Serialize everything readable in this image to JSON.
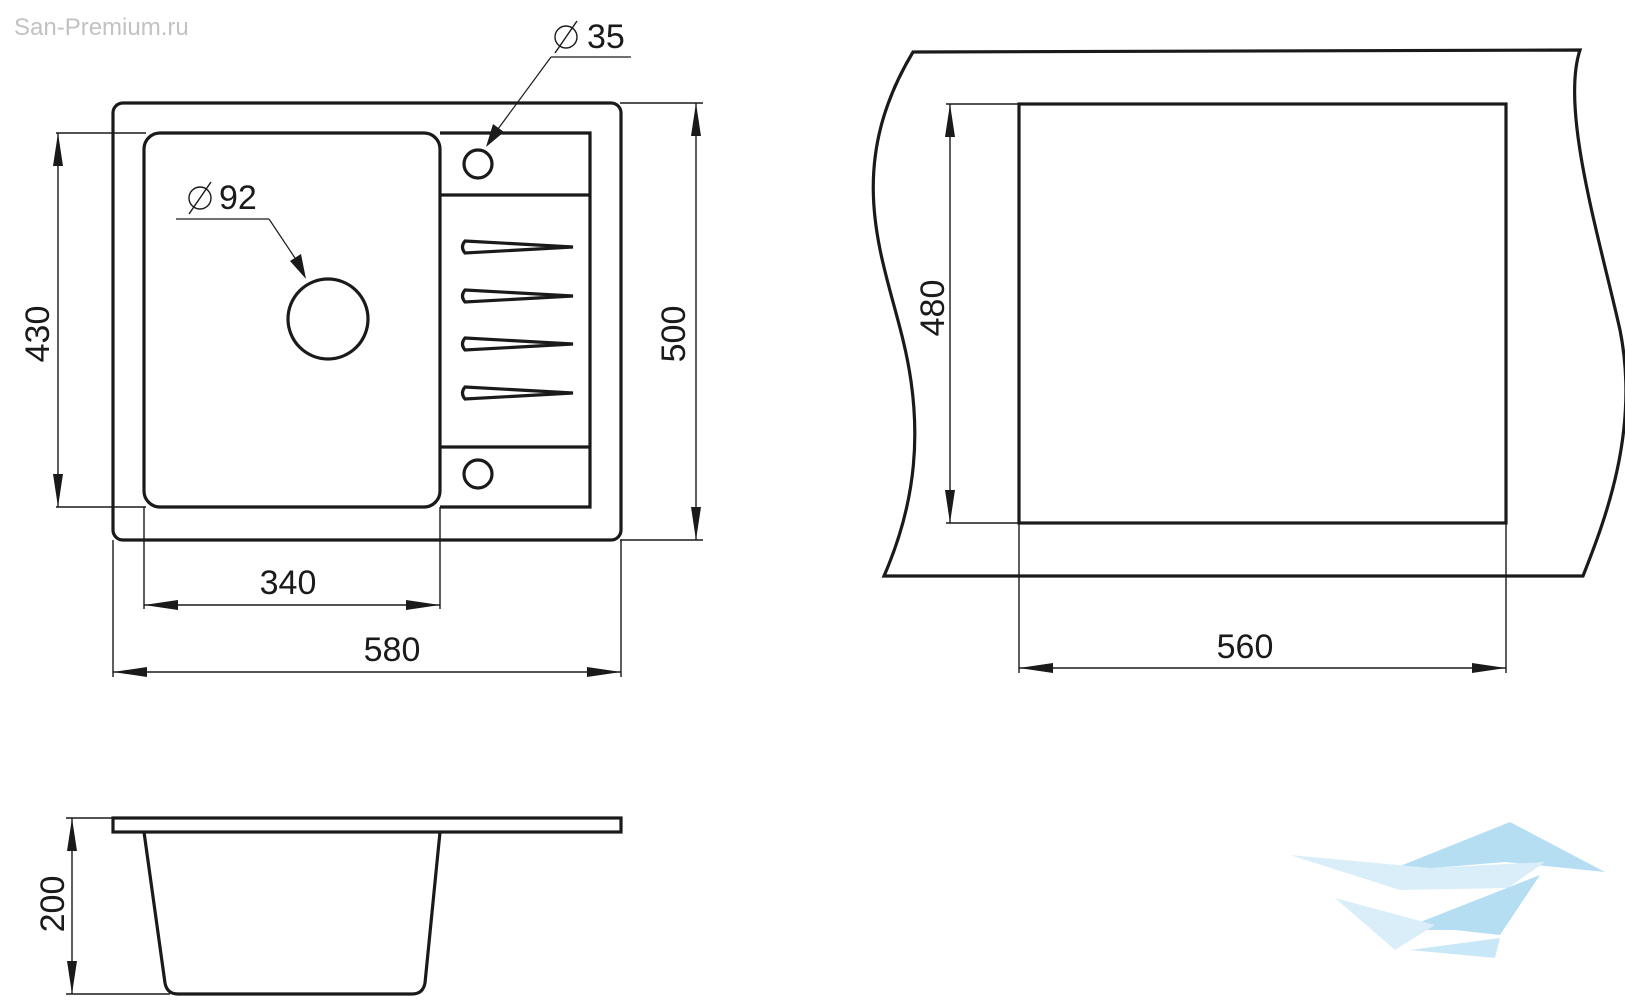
{
  "watermark": {
    "site": "San-Premium.ru"
  },
  "plan_view": {
    "overall_width": "580",
    "overall_depth": "500",
    "bowl_width": "340",
    "bowl_depth": "430",
    "drain_diameter": "92",
    "tap_hole_diameter": "35",
    "diameter_symbol": "∅"
  },
  "cutout_view": {
    "cutout_width": "560",
    "cutout_depth": "480"
  },
  "side_view": {
    "bowl_height": "200"
  },
  "colors": {
    "line": "#1a1a1a",
    "watermark_logo": "#a9d9f2"
  },
  "icons": [
    "bird-logo-icon"
  ]
}
